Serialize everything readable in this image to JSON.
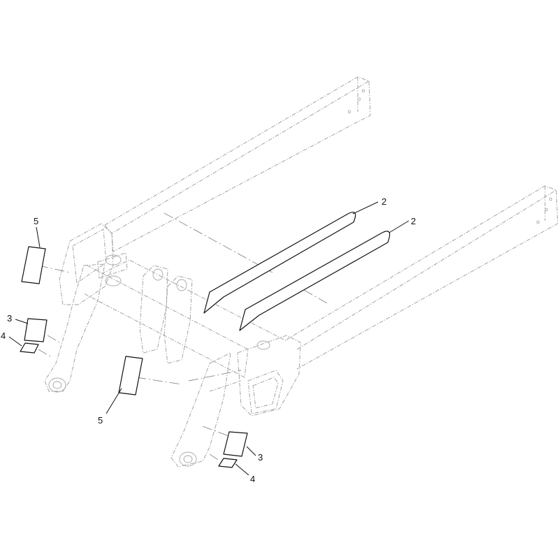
{
  "callouts": [
    {
      "id": "c2a",
      "label": "2"
    },
    {
      "id": "c2b",
      "label": "2"
    },
    {
      "id": "c5a",
      "label": "5"
    },
    {
      "id": "c3a",
      "label": "3"
    },
    {
      "id": "c4a",
      "label": "4"
    },
    {
      "id": "c5b",
      "label": "5"
    },
    {
      "id": "c3b",
      "label": "3"
    },
    {
      "id": "c4b",
      "label": "4"
    }
  ]
}
